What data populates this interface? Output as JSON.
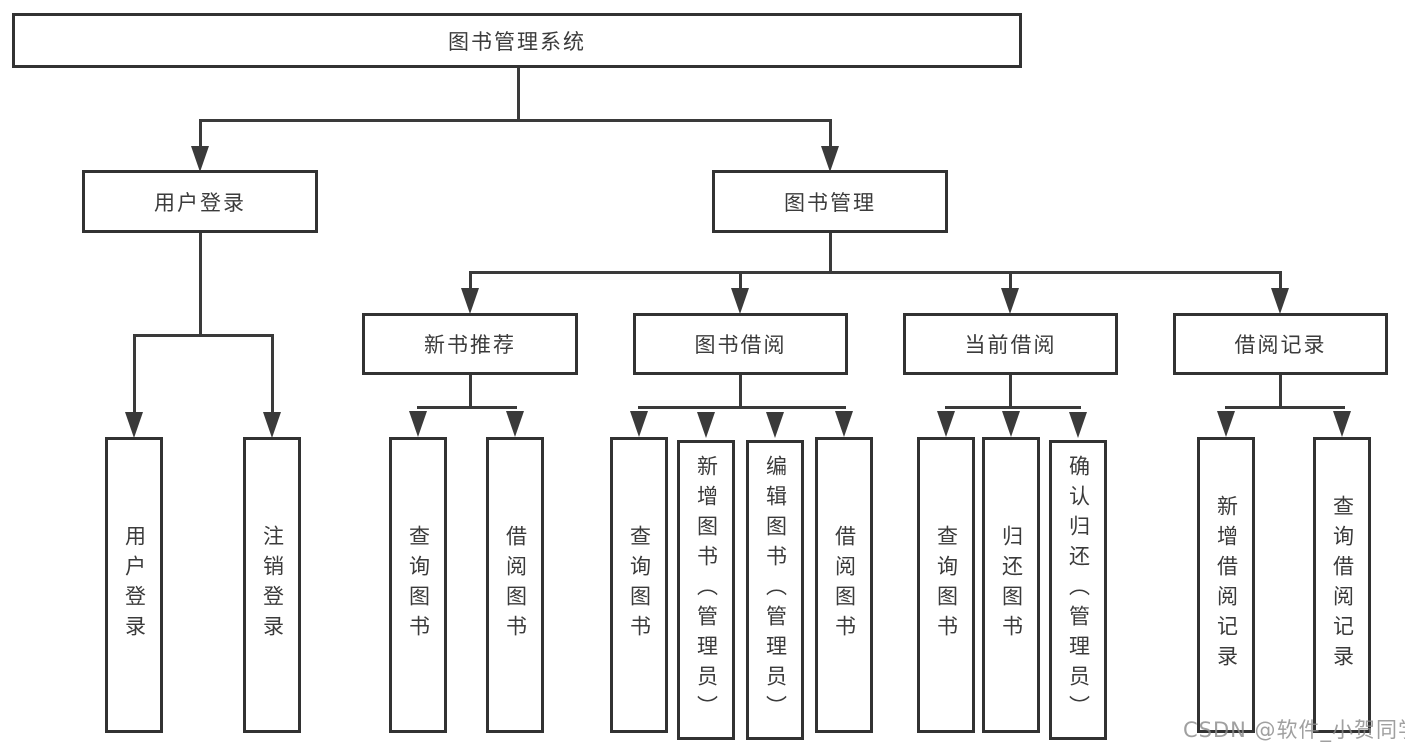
{
  "nodes": {
    "root": {
      "label": "图书管理系统"
    },
    "user_login": {
      "label": "用户登录"
    },
    "book_mgmt": {
      "label": "图书管理"
    },
    "user_login_leaf": {
      "label": "用户登录"
    },
    "logout_leaf": {
      "label": "注销登录"
    },
    "new_book_rec": {
      "label": "新书推荐"
    },
    "book_borrow": {
      "label": "图书借阅"
    },
    "current_borrow": {
      "label": "当前借阅"
    },
    "borrow_records": {
      "label": "借阅记录"
    },
    "rec_query_books": {
      "label": "查询图书"
    },
    "rec_borrow_books": {
      "label": "借阅图书"
    },
    "bb_query_books": {
      "label": "查询图书"
    },
    "bb_add_books": {
      "label": "新增图书（管理员）"
    },
    "bb_edit_books": {
      "label": "编辑图书（管理员）"
    },
    "bb_borrow_books": {
      "label": "借阅图书"
    },
    "cb_query_books": {
      "label": "查询图书"
    },
    "cb_return_books": {
      "label": "归还图书"
    },
    "cb_confirm_return": {
      "label": "确认归还（管理员）"
    },
    "br_add_record": {
      "label": "新增借阅记录"
    },
    "br_query_record": {
      "label": "查询借阅记录"
    }
  },
  "hierarchy": {
    "图书管理系统": {
      "用户登录": [
        "用户登录",
        "注销登录"
      ],
      "图书管理": {
        "新书推荐": [
          "查询图书",
          "借阅图书"
        ],
        "图书借阅": [
          "查询图书",
          "新增图书（管理员）",
          "编辑图书（管理员）",
          "借阅图书"
        ],
        "当前借阅": [
          "查询图书",
          "归还图书",
          "确认归还（管理员）"
        ],
        "借阅记录": [
          "新增借阅记录",
          "查询借阅记录"
        ]
      }
    }
  },
  "watermark": {
    "text": "CSDN @软件_小贺同学"
  },
  "colors": {
    "line": "#3a3a3a",
    "box_border": "#323232",
    "text": "#3b3b3b",
    "watermark": "#8b8b8b",
    "background": "#ffffff"
  }
}
